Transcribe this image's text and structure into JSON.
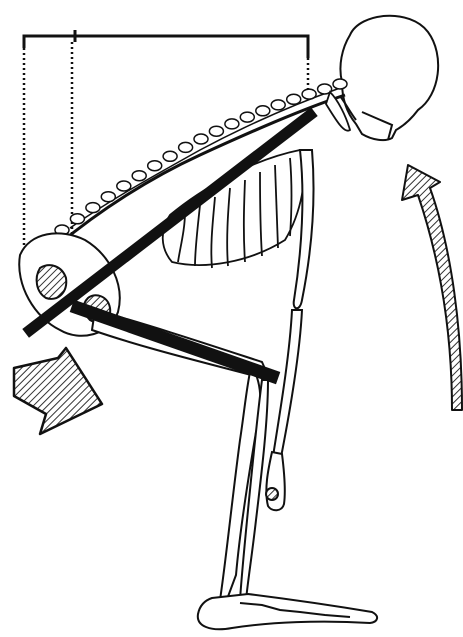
{
  "figure": {
    "subject": "skeleton-bent-forward",
    "colors": {
      "ink": "#111111",
      "bone_fill": "#ffffff",
      "hatch": "#333333",
      "background": "#ffffff"
    },
    "icons": {
      "push_arrow": "hatched-arrow-down-right",
      "lift_arrow": "hatched-curved-arrow-up"
    }
  }
}
